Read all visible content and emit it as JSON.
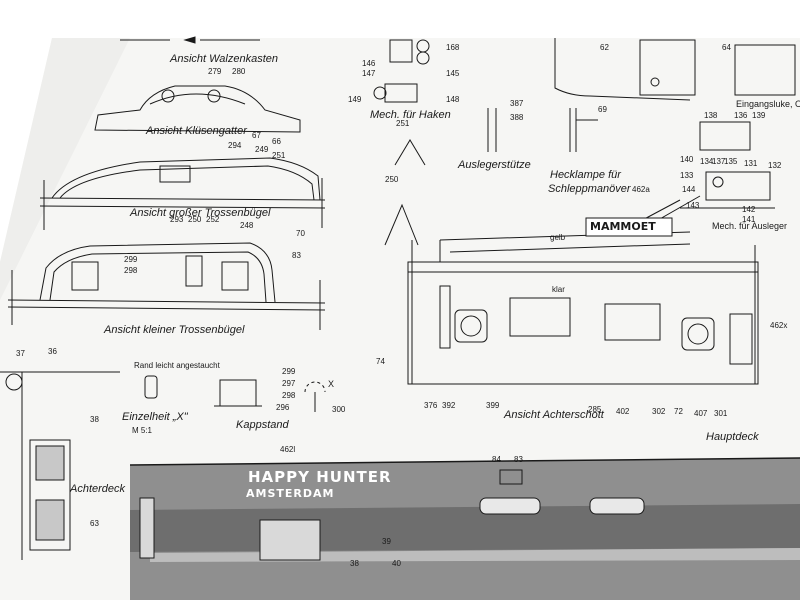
{
  "captions": {
    "walzenkasten": "Ansicht Walzenkasten",
    "klusengatter": "Ansicht Klüsengatter",
    "grosser_trossenbuegel": "Ansicht großer Trossenbügel",
    "kleiner_trossenbuegel": "Ansicht kleiner Trossenbügel",
    "mech_haken": "Mech. für Haken",
    "auslegerstuetze": "Auslegerstütze",
    "hecklampe": "Hecklampe für",
    "schleppmanover": "Schleppmanöver",
    "einzelheit_x": "Einzelheit „X\"",
    "kappstand": "Kappstand",
    "rand": "Rand leicht angestaucht",
    "achterschott": "Ansicht Achterschott",
    "hauptdeck": "Hauptdeck",
    "achterdeck": "Achterdeck",
    "eingangsluke": "Eingangsluke, O",
    "mech_ausleger": "Mech. für Ausleger",
    "x_marker": "X",
    "gelb": "gelb",
    "klar": "klar",
    "mst": "M 5:1"
  },
  "ship": {
    "name": "HAPPY HUNTER",
    "port": "AMSTERDAM",
    "crane_brand": "MAMMOET"
  },
  "part_numbers": {
    "n279": "279",
    "n280": "280",
    "n67": "67",
    "n66": "66",
    "n294": "294",
    "n249": "249",
    "n251a": "251",
    "n70": "70",
    "n293": "293",
    "n250a": "250",
    "n252": "252",
    "n248": "248",
    "n299a": "299",
    "n298a": "298",
    "n83a": "83",
    "n146": "146",
    "n147": "147",
    "n168": "168",
    "n145": "145",
    "n149": "149",
    "n148": "148",
    "n251b": "251",
    "n250b": "250",
    "n387": "387",
    "n388": "388",
    "n62": "62",
    "n64": "64",
    "n69": "69",
    "n138": "138",
    "n136": "136",
    "n139": "139",
    "n140": "140",
    "n134": "134",
    "n137": "137",
    "n135": "135",
    "n131": "131",
    "n132": "132",
    "n133": "133",
    "n144": "144",
    "n143": "143",
    "n142": "142",
    "n141": "141",
    "n462a": "462a",
    "n37": "37",
    "n36": "36",
    "n38": "38",
    "n299b": "299",
    "n297": "297",
    "n298b": "298",
    "n296": "296",
    "n300": "300",
    "n74": "74",
    "n376": "376",
    "n392": "392",
    "n399": "399",
    "n285": "285",
    "n402": "402",
    "n302": "302",
    "n72": "72",
    "n407": "407",
    "n301": "301",
    "n462x": "462x",
    "n462l": "462l",
    "n84": "84",
    "n83b": "83",
    "n39": "39",
    "n40": "40",
    "n38b": "38",
    "n63": "63"
  },
  "colors": {
    "paper": "#f7f7f5",
    "ink": "#1a1a1a",
    "hull_gray": "#8c8c8c",
    "hull_dark": "#6a6a6a"
  }
}
